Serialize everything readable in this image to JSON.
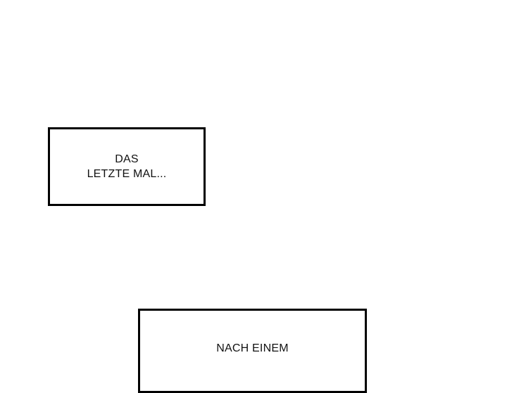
{
  "captions": [
    {
      "lines": [
        "DAS",
        "LETZTE MAL..."
      ]
    },
    {
      "lines": [
        "NACH EINEM"
      ]
    }
  ],
  "colors": {
    "background": "#ffffff",
    "border": "#000000",
    "text": "#111111"
  }
}
